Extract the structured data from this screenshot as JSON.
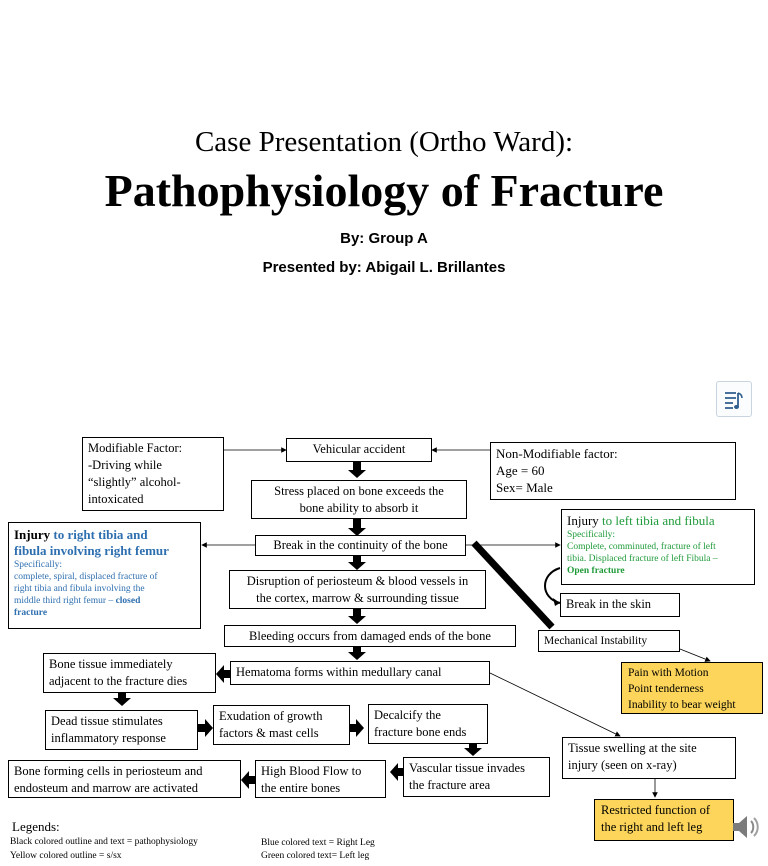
{
  "title_line1": "Case Presentation (Ortho Ward):",
  "title_line2": "Pathophysiology of Fracture",
  "byline": "By: Group A",
  "presenter": "Presented by: Abigail L. Brillantes",
  "nodes": {
    "modifiable": {
      "line1": "Modifiable Factor:",
      "line2": "-Driving while",
      "line3": "“slightly” alcohol-",
      "line4": "intoxicated"
    },
    "vehicular": "Vehicular accident",
    "nonmodifiable": {
      "line1": "Non-Modifiable factor:",
      "line2": "Age = 60",
      "line3": "Sex= Male"
    },
    "stress": {
      "line1": "Stress placed on bone exceeds the",
      "line2": "bone ability to absorb it"
    },
    "break": "Break in the continuity of the bone",
    "injury_right": {
      "injury_word": "Injury",
      "rest_line1": " to right tibia and",
      "line2": "fibula involving right femur",
      "spec_label": "Specifically:",
      "spec_line1": "complete, spiral, displaced fracture of",
      "spec_line2": "right tibia and fibula involving the",
      "spec_line3": "middle third right femur –",
      "spec_bold": "closed",
      "spec_line4": "fracture"
    },
    "injury_left": {
      "injury_word": "Injury",
      "rest": " to left tibia and fibula",
      "spec_label": "Specifically:",
      "spec_line1": "Complete, comminuted, fracture of left",
      "spec_line2": "tibia. Displaced fracture of left Fibula –",
      "spec_bold": "Open fracture"
    },
    "disruption": {
      "line1": "Disruption of periosteum & blood vessels in",
      "line2": "the cortex, marrow & surrounding tissue"
    },
    "break_skin": "Break in the skin",
    "bleeding": "Bleeding occurs from damaged ends of the bone",
    "mechanical": "Mechanical Instability",
    "pain": {
      "line1": "Pain with Motion",
      "line2": "Point tenderness",
      "line3": "Inability to  bear weight"
    },
    "bone_dies": {
      "line1": "Bone tissue immediately",
      "line2": "adjacent to the fracture dies"
    },
    "hematoma": "Hematoma forms within medullary canal",
    "dead_tissue": {
      "line1": "Dead tissue stimulates",
      "line2": "inflammatory response"
    },
    "exudation": {
      "line1": "Exudation of growth",
      "line2": "factors & mast cells"
    },
    "decalcify": {
      "line1": "Decalcify the",
      "line2": "fracture bone ends"
    },
    "swelling": {
      "line1": "Tissue swelling at the site",
      "line2": "injury (seen on x-ray)"
    },
    "bone_forming": {
      "line1": "Bone forming cells in periosteum and",
      "line2": "endosteum and marrow are activated"
    },
    "high_blood": {
      "line1": "High Blood Flow to",
      "line2": "the entire bones"
    },
    "vascular": {
      "line1": "Vascular tissue invades",
      "line2": "the fracture area"
    },
    "restricted": {
      "line1": "Restricted function of",
      "line2": "the right and left leg"
    }
  },
  "legend": {
    "title": "Legends:",
    "item1": "Black colored outline and text = pathophysiology",
    "item2": "Yellow colored outline = s/sx",
    "item3": "Blue colored text = Right Leg",
    "item4": "Green colored text= Left leg"
  },
  "colors": {
    "blue_text": "#2e6fb0",
    "green_text": "#1f9b3a",
    "yellow_fill": "#fcd55a"
  },
  "icons": {
    "audio": "music-note-icon",
    "speaker": "speaker-icon"
  }
}
